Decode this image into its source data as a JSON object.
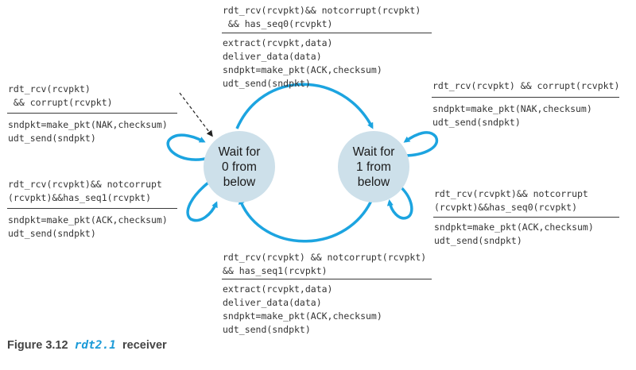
{
  "top_transition": {
    "event": [
      "rdt_rcv(rcvpkt)&& notcorrupt(rcvpkt)",
      " && has_seq0(rcvpkt)"
    ],
    "actions": [
      "extract(rcvpkt,data)",
      "deliver_data(data)",
      "sndpkt=make_pkt(ACK,checksum)",
      "udt_send(sndpkt)"
    ]
  },
  "left_top_loop": {
    "event": [
      "rdt_rcv(rcvpkt)",
      " && corrupt(rcvpkt)"
    ],
    "actions": [
      "sndpkt=make_pkt(NAK,checksum)",
      "udt_send(sndpkt)"
    ]
  },
  "left_bottom_loop": {
    "event": [
      "rdt_rcv(rcvpkt)&& notcorrupt",
      "(rcvpkt)&&has_seq1(rcvpkt)"
    ],
    "actions": [
      "sndpkt=make_pkt(ACK,checksum)",
      "udt_send(sndpkt)"
    ]
  },
  "right_top_loop": {
    "event": [
      "rdt_rcv(rcvpkt) && corrupt(rcvpkt)"
    ],
    "actions": [
      "sndpkt=make_pkt(NAK,checksum)",
      "udt_send(sndpkt)"
    ]
  },
  "right_bottom_loop": {
    "event": [
      "rdt_rcv(rcvpkt)&& notcorrupt",
      "(rcvpkt)&&has_seq0(rcvpkt)"
    ],
    "actions": [
      "sndpkt=make_pkt(ACK,checksum)",
      "udt_send(sndpkt)"
    ]
  },
  "bottom_transition": {
    "event": [
      "rdt_rcv(rcvpkt) && notcorrupt(rcvpkt)",
      "&& has_seq1(rcvpkt)"
    ],
    "actions": [
      "extract(rcvpkt,data)",
      "deliver_data(data)",
      "sndpkt=make_pkt(ACK,checksum)",
      "udt_send(sndpkt)"
    ]
  },
  "states": {
    "state0": [
      "Wait for",
      "0 from",
      "below"
    ],
    "state1": [
      "Wait for",
      "1 from",
      "below"
    ]
  },
  "caption": {
    "number": "Figure 3.12",
    "code": "rdt2.1",
    "text": "receiver"
  },
  "colors": {
    "arrow": "#1ca4e0",
    "state_fill": "#cde0ea",
    "caption_code": "#1c9bd8"
  }
}
